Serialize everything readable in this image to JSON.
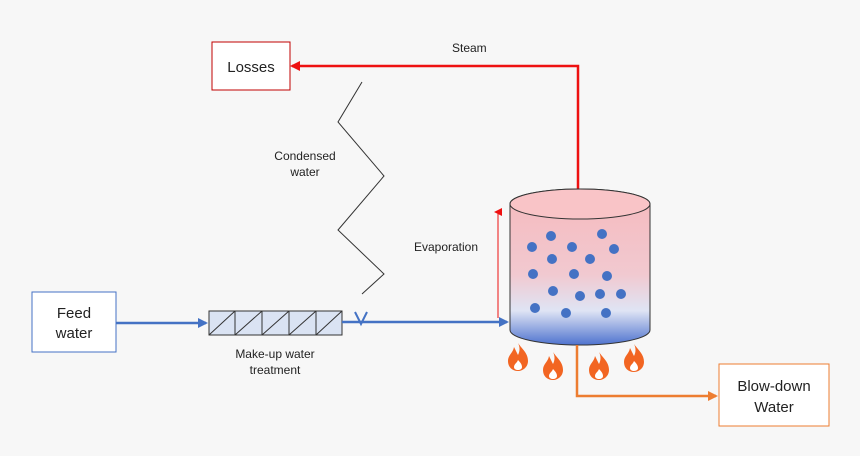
{
  "labels": {
    "losses": "Losses",
    "steam": "Steam",
    "condensed_line1": "Condensed",
    "condensed_line2": "water",
    "evaporation": "Evaporation",
    "feed_line1": "Feed",
    "feed_line2": "water",
    "makeup_line1": "Make-up water",
    "makeup_line2": "treatment",
    "blowdown_line1": "Blow-down",
    "blowdown_line2": "Water"
  },
  "colors": {
    "steam": "#ee1111",
    "feed": "#4472c4",
    "blowdown": "#ed7d31",
    "flame_outer": "#f26522",
    "flame_inner": "#ffffff",
    "bubble": "#4472c4",
    "losses_border": "#c00000",
    "feed_border": "#4472c4",
    "blowdown_border": "#ed7d31"
  },
  "icons": {
    "flame": "flame-icon",
    "bubble": "bubble-icon"
  }
}
